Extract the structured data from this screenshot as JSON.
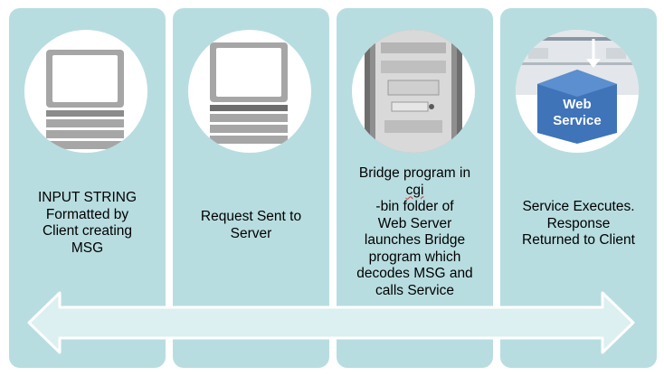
{
  "steps": [
    {
      "icon": "computer-icon",
      "lines": [
        "INPUT STRING",
        "Formatted by",
        "Client creating",
        "MSG"
      ]
    },
    {
      "icon": "computer-icon",
      "lines": [
        "Request Sent to",
        "Server"
      ]
    },
    {
      "icon": "server-tower-icon",
      "lines_before": [
        "Bridge program in"
      ],
      "squiggle_prefix": "cgi",
      "squiggle_rest": "-bin folder of",
      "lines_after": [
        "Web Server",
        "launches Bridge",
        "program which",
        "decodes MSG and",
        "calls Service"
      ]
    },
    {
      "icon": "web-service-icon",
      "icon_label_top": "Web",
      "icon_label_bottom": "Service",
      "lines": [
        "Service Executes.",
        "Response",
        "Returned to Client"
      ]
    }
  ],
  "colors": {
    "panel": "#b8dde0",
    "arrow_fill": "#dceff1",
    "icon_gray": "#a6a6a6",
    "icon_dark": "#5a5a5a",
    "web_service_blue": "#3f74b8"
  },
  "arrow": {
    "direction": "bidirectional"
  }
}
